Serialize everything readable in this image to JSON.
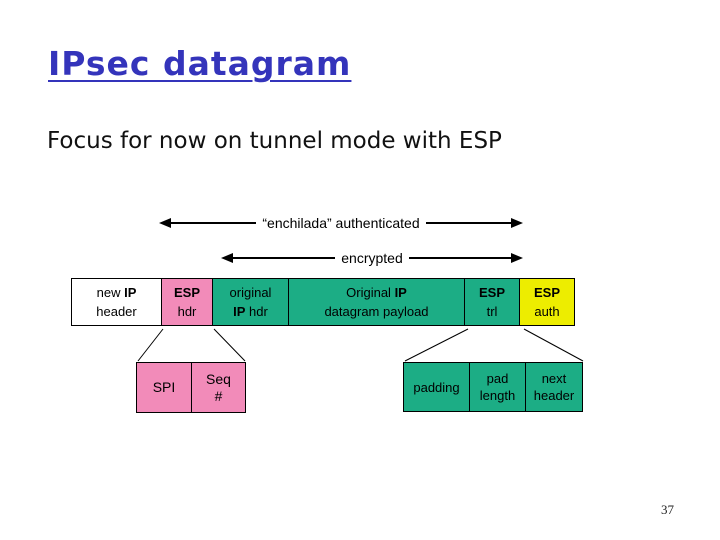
{
  "colors": {
    "title_blue": "#3434BB",
    "green": "#1CAD85",
    "pink": "#F28BB9",
    "yellow": "#EDED00",
    "white": "#FFFFFF"
  },
  "slide": {
    "title": "IPsec datagram",
    "subtitle": "Focus for now on tunnel mode with ESP",
    "page_number": "37"
  },
  "arrows": {
    "authenticated_label": "“enchilada” authenticated",
    "encrypted_label": "encrypted"
  },
  "datagram": {
    "new_ip": {
      "l1a": "new ",
      "l1b": "IP",
      "l2": "header"
    },
    "esp_hdr": {
      "l1": "ESP",
      "l2": "hdr"
    },
    "orig_ip_hdr": {
      "l1": "original",
      "l2b": "IP",
      "l2a": " hdr"
    },
    "payload": {
      "l1a": "Original ",
      "l1b": "IP",
      "l2": "datagram payload"
    },
    "esp_trl": {
      "l1": "ESP",
      "l2": "trl"
    },
    "esp_auth": {
      "l1": "ESP",
      "l2": "auth"
    }
  },
  "esp_header_fields": {
    "spi": "SPI",
    "seq_l1": "Seq",
    "seq_l2": "#"
  },
  "esp_trailer_fields": {
    "padding": "padding",
    "pad_length_l1": "pad",
    "pad_length_l2": "length",
    "next_header_l1": "next",
    "next_header_l2": "header"
  }
}
